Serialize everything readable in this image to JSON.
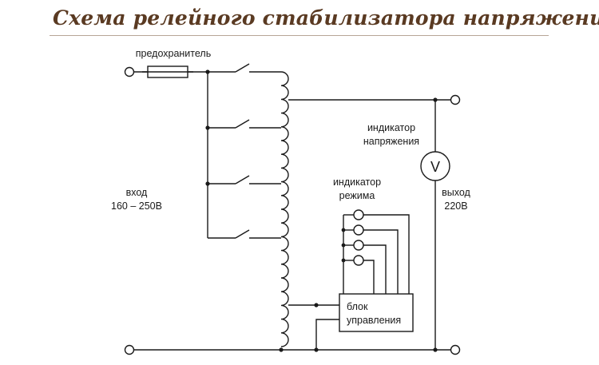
{
  "title": "Схема релейного стабилизатора напряжения",
  "labels": {
    "fuse": "предохранитель",
    "input_line1": "вход",
    "input_line2": "160 – 250В",
    "voltage_indicator_line1": "индикатор",
    "voltage_indicator_line2": "напряжения",
    "voltmeter_symbol": "V",
    "mode_indicator_line1": "индикатор",
    "mode_indicator_line2": "режима",
    "output_line1": "выход",
    "output_line2": "220В",
    "control_unit_line1": "блок",
    "control_unit_line2": "управления"
  }
}
